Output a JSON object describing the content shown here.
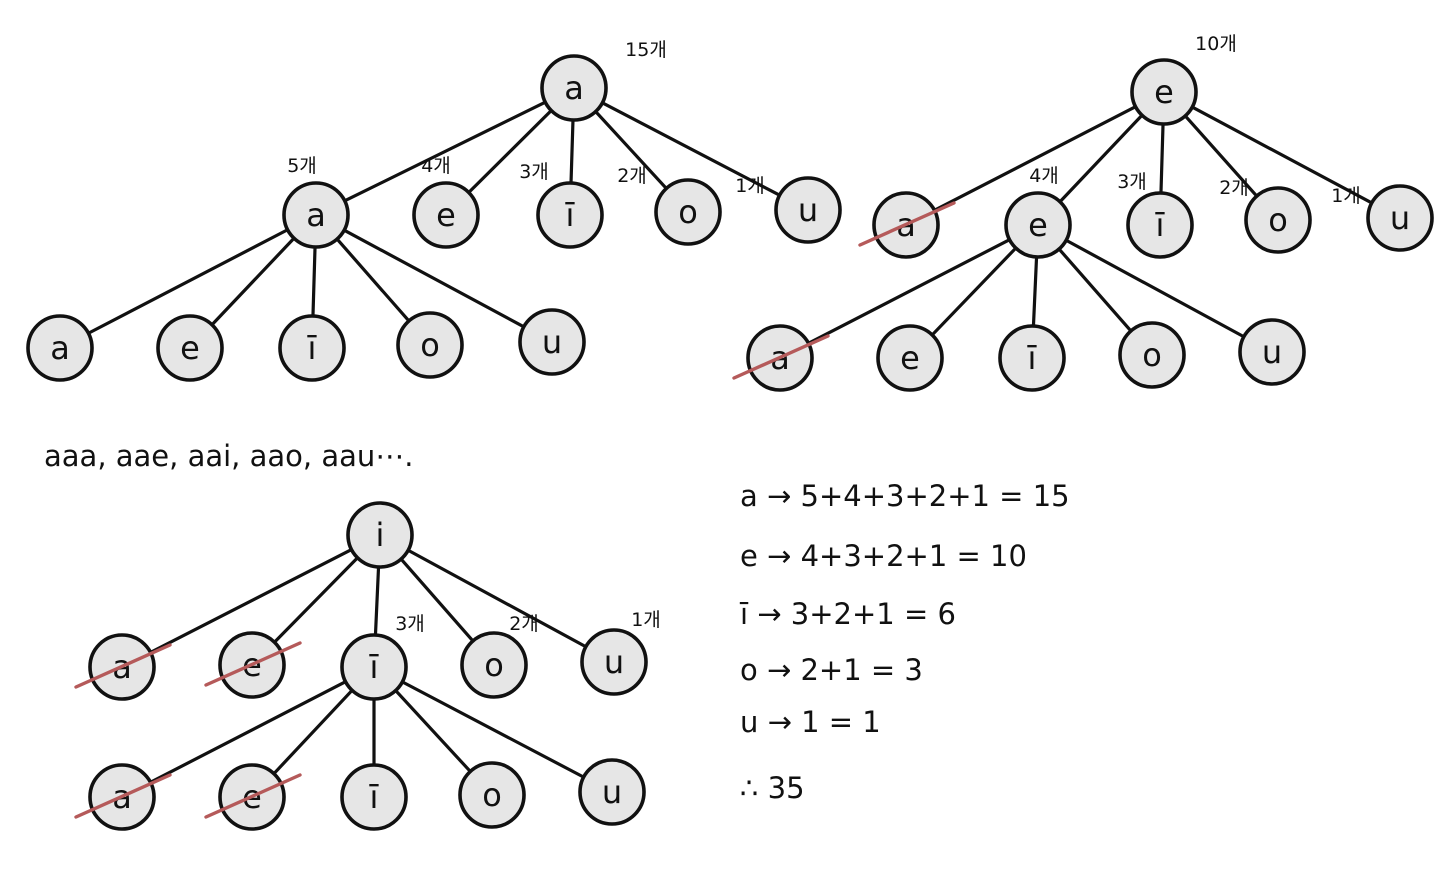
{
  "strike_color": "#b55a5a",
  "node_fill": "#e6e6e6",
  "trees": [
    {
      "id": "tree-a",
      "root": {
        "label": "a",
        "count": "15개"
      },
      "level1": [
        {
          "label": "a",
          "count": "5개",
          "expanded": true
        },
        {
          "label": "e",
          "count": "4개"
        },
        {
          "label": "ī",
          "count": "3개"
        },
        {
          "label": "o",
          "count": "2개"
        },
        {
          "label": "u",
          "count": "1개"
        }
      ],
      "level2": [
        {
          "label": "a"
        },
        {
          "label": "e"
        },
        {
          "label": "ī"
        },
        {
          "label": "o"
        },
        {
          "label": "u"
        }
      ]
    },
    {
      "id": "tree-e",
      "root": {
        "label": "e",
        "count": "10개"
      },
      "level1": [
        {
          "label": "a",
          "crossed": true
        },
        {
          "label": "e",
          "count": "4개",
          "expanded": true
        },
        {
          "label": "ī",
          "count": "3개"
        },
        {
          "label": "o",
          "count": "2개"
        },
        {
          "label": "u",
          "count": "1개"
        }
      ],
      "level2": [
        {
          "label": "a",
          "crossed": true
        },
        {
          "label": "e"
        },
        {
          "label": "ī"
        },
        {
          "label": "o"
        },
        {
          "label": "u"
        }
      ]
    },
    {
      "id": "tree-i",
      "root": {
        "label": "i"
      },
      "level1": [
        {
          "label": "a",
          "crossed": true
        },
        {
          "label": "e",
          "crossed": true
        },
        {
          "label": "ī",
          "count": "3개",
          "expanded": true
        },
        {
          "label": "o",
          "count": "2개"
        },
        {
          "label": "u",
          "count": "1개"
        }
      ],
      "level2": [
        {
          "label": "a",
          "crossed": true
        },
        {
          "label": "e",
          "crossed": true
        },
        {
          "label": "ī"
        },
        {
          "label": "o"
        },
        {
          "label": "u"
        }
      ]
    }
  ],
  "examples_text": "aaa, aae, aai, aao, aau⋯.",
  "sums": [
    "a → 5+4+3+2+1 = 15",
    "e → 4+3+2+1 = 10",
    "ī → 3+2+1 = 6",
    "o → 2+1 = 3",
    "u → 1 = 1"
  ],
  "total": "∴ 35"
}
